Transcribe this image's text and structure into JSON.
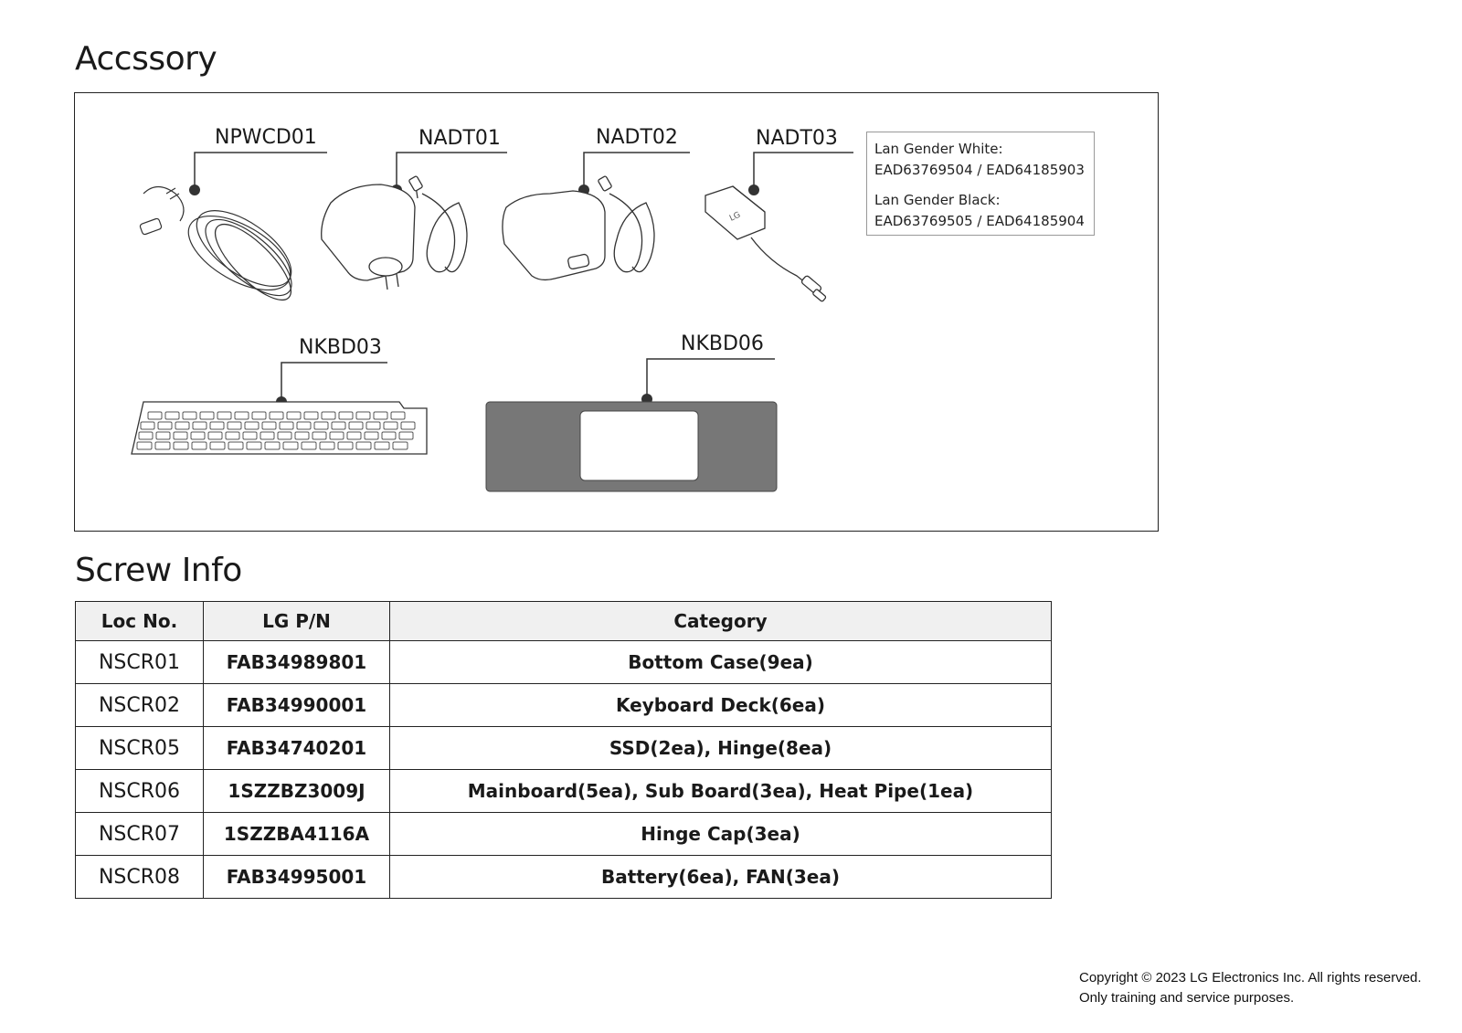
{
  "accessory": {
    "title": "Accssory",
    "labels": {
      "npwcd01": "NPWCD01",
      "nadt01": "NADT01",
      "nadt02": "NADT02",
      "nadt03": "NADT03",
      "nkbd03": "NKBD03",
      "nkbd06": "NKBD06"
    },
    "lan_note": {
      "white_label": "Lan Gender White:",
      "white_pn": "EAD63769504 / EAD64185903",
      "black_label": "Lan Gender Black:",
      "black_pn": "EAD63769505 / EAD64185904"
    },
    "adapter_logo": "LG"
  },
  "screw_info": {
    "title": "Screw Info",
    "headers": [
      "Loc No.",
      "LG P/N",
      "Category"
    ],
    "rows": [
      [
        "NSCR01",
        "FAB34989801",
        "Bottom Case(9ea)"
      ],
      [
        "NSCR02",
        "FAB34990001",
        "Keyboard Deck(6ea)"
      ],
      [
        "NSCR05",
        "FAB34740201",
        "SSD(2ea), Hinge(8ea)"
      ],
      [
        "NSCR06",
        "1SZZBZ3009J",
        "Mainboard(5ea), Sub Board(3ea), Heat Pipe(1ea)"
      ],
      [
        "NSCR07",
        "1SZZBA4116A",
        "Hinge Cap(3ea)"
      ],
      [
        "NSCR08",
        "FAB34995001",
        "Battery(6ea), FAN(3ea)"
      ]
    ]
  },
  "footer": {
    "copyright": "Copyright © 2023 LG Electronics Inc. All rights reserved.",
    "purpose": "Only training and service purposes."
  }
}
